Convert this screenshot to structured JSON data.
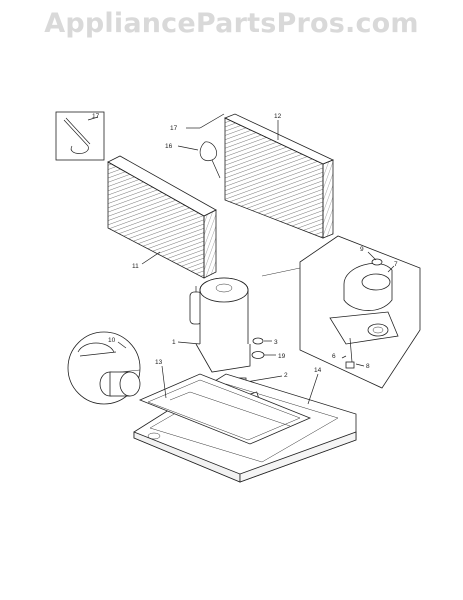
{
  "watermark": "AppliancePartsPros.com",
  "callouts": {
    "c1": "1",
    "c2": "2",
    "c3": "3",
    "c6": "6",
    "c7": "7",
    "c8": "8",
    "c9": "9",
    "c10": "10",
    "c11": "11",
    "c12": "12",
    "c13": "13",
    "c14": "14",
    "c16": "16",
    "c17a": "17",
    "c17b": "17",
    "c19": "19"
  }
}
